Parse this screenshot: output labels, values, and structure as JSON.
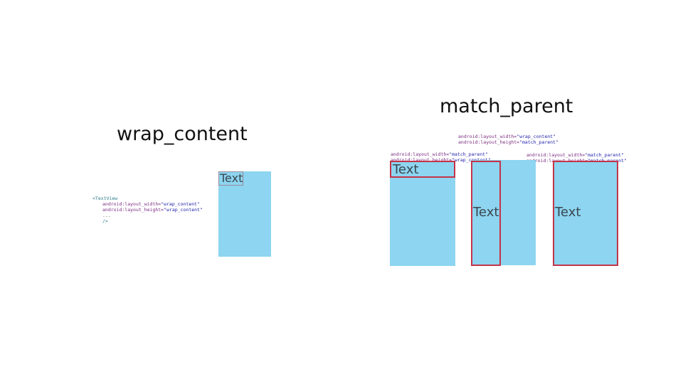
{
  "left": {
    "title": "wrap_content",
    "code": {
      "tag": "<TextView",
      "width_attr": "android:layout_width=",
      "width_val": "\"wrap_content\"",
      "height_attr": "android:layout_height=",
      "height_val": "\"wrap_content\"",
      "ellipsis": "...",
      "close": "/>"
    },
    "example_text": "Text"
  },
  "right": {
    "title": "match_parent",
    "middle_code": {
      "width_attr": "android:layout_width=",
      "width_val": "\"wrap_content\"",
      "height_attr": "android:layout_height=",
      "height_val": "\"match_parent\""
    },
    "left_code": {
      "width_attr": "android:layout_width=",
      "width_val": "\"match_parent\"",
      "height_attr": "android:layout_height=",
      "height_val": "\"wrap_content\""
    },
    "right_code": {
      "width_attr": "android:layout_width=",
      "width_val": "\"match_parent\"",
      "height_attr": "android:layout_height=",
      "height_val": "\"match_parent\""
    },
    "example_text_1": "Text",
    "example_text_2": "Text",
    "example_text_3": "Text"
  },
  "colors": {
    "container_fill": "#8dd5f0",
    "textview_border": "#c4344a",
    "attr_color": "#7a2a80",
    "value_color": "#1a1aa8"
  }
}
